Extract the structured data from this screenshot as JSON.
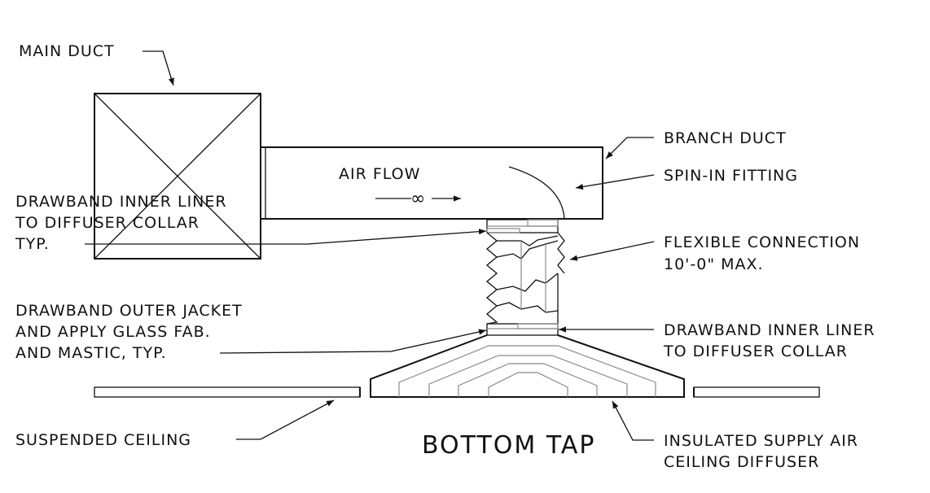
{
  "drawing": {
    "title": "BOTTOM TAP",
    "flow_symbol": "∞",
    "labels": {
      "main_duct": "MAIN DUCT",
      "branch_duct": "BRANCH DUCT",
      "air_flow": "AIR FLOW",
      "spin_in_fitting": "SPIN-IN FITTING",
      "drawband_inner_left_1": "DRAWBAND INNER LINER",
      "drawband_inner_left_2": "TO DIFFUSER COLLAR",
      "drawband_inner_left_3": "TYP.",
      "flexible_connection_1": "FLEXIBLE CONNECTION",
      "flexible_connection_2": "10'-0\" MAX.",
      "drawband_outer_1": "DRAWBAND OUTER JACKET",
      "drawband_outer_2": "AND APPLY GLASS FAB.",
      "drawband_outer_3": "AND MASTIC, TYP.",
      "drawband_inner_right_1": "DRAWBAND INNER LINER",
      "drawband_inner_right_2": "TO DIFFUSER COLLAR",
      "suspended_ceiling": "SUSPENDED CEILING",
      "diffuser_1": "INSULATED SUPPLY AIR",
      "diffuser_2": "CEILING DIFFUSER"
    }
  }
}
